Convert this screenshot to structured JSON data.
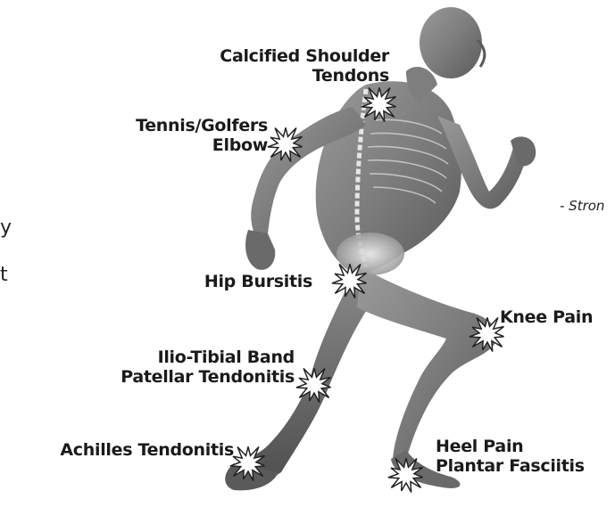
{
  "labels": {
    "shoulder_line1": "Calcified Shoulder",
    "shoulder_line2": "Tendons",
    "elbow_line1": "Tennis/Golfers",
    "elbow_line2": "Elbow",
    "hip": "Hip Bursitis",
    "knee": "Knee Pain",
    "itb_line1": "Ilio-Tibial Band",
    "itb_line2": "Patellar Tendonitis",
    "achilles": "Achilles Tendonitis",
    "heel_line1": "Heel Pain",
    "heel_line2": "Plantar Fasciitis"
  },
  "edge_text": {
    "left_char_1": "y",
    "left_char_2": "t",
    "right_fragment": "- Stron"
  },
  "colors": {
    "label": "#1a1a1a",
    "figure": "#8c8c8c",
    "figure_dark": "#4a4a4a",
    "burst_fill": "#ffffff",
    "burst_stroke": "#222222"
  },
  "icons": {
    "pain_marker": "starburst-icon"
  }
}
